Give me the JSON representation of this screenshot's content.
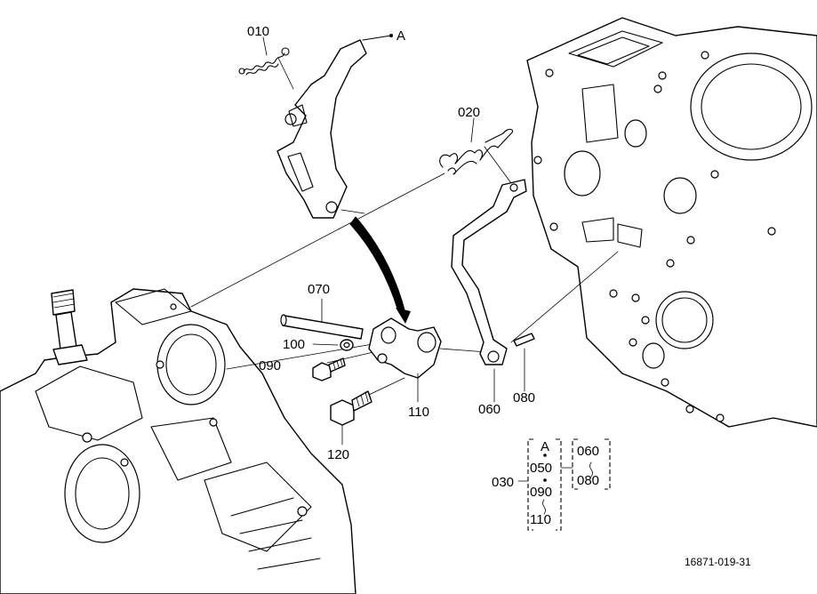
{
  "callouts": {
    "c010": "010",
    "c020": "020",
    "c070": "070",
    "c100": "100",
    "c090": "090",
    "c110": "110",
    "c060": "060",
    "c080": "080",
    "c120": "120",
    "arrow_ref": "A"
  },
  "legend": {
    "root": "030",
    "ref": "A",
    "item_050": "050",
    "item_090": "090",
    "item_110": "110",
    "item_060": "060",
    "item_080": "080"
  },
  "figure_code": "16871-019-31"
}
